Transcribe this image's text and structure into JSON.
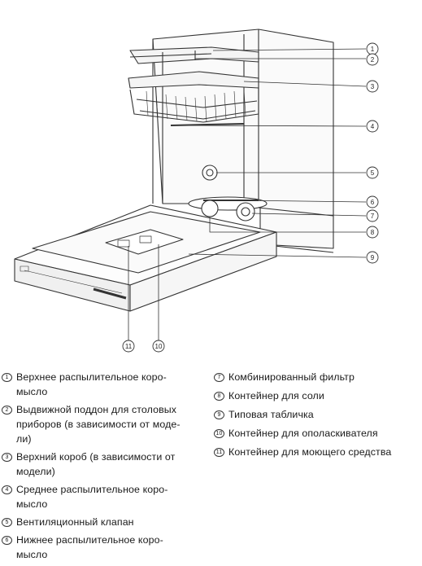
{
  "callouts": [
    "1",
    "2",
    "3",
    "4",
    "5",
    "6",
    "7",
    "8",
    "9",
    "10",
    "11"
  ],
  "legend": {
    "left": [
      {
        "num": "1",
        "text": "Верхнее распылительное коро-\nмысло"
      },
      {
        "num": "2",
        "text": "Выдвижной поддон для столовых\nприборов (в зависимости от моде-\nли)"
      },
      {
        "num": "3",
        "text": "Верхний короб (в зависимости от\nмодели)"
      },
      {
        "num": "4",
        "text": "Среднее распылительное коро-\nмысло"
      },
      {
        "num": "5",
        "text": "Вентиляционный клапан"
      },
      {
        "num": "6",
        "text": "Нижнее распылительное коро-\nмысло"
      }
    ],
    "right": [
      {
        "num": "7",
        "text": "Комбинированный фильтр"
      },
      {
        "num": "8",
        "text": "Контейнер для соли"
      },
      {
        "num": "9",
        "text": "Типовая табличка"
      },
      {
        "num": "10",
        "text": "Контейнер для ополаскивателя"
      },
      {
        "num": "11",
        "text": "Контейнер для моющего средства"
      }
    ]
  }
}
